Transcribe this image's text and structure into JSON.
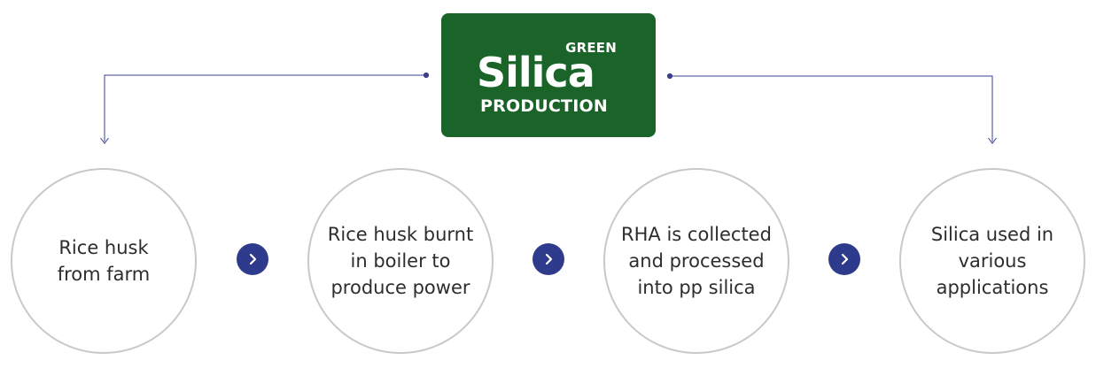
{
  "badge": {
    "top_word": "GREEN",
    "wordmark": "Silica",
    "bottom_word": "PRODUCTION"
  },
  "steps": [
    {
      "label": "Rice husk from farm"
    },
    {
      "label": "Rice husk burnt in boiler to produce power"
    },
    {
      "label": "RHA is collected and processed into pp silica"
    },
    {
      "label": "Silica used in various applications"
    }
  ],
  "colors": {
    "badge_green": "#1a6429",
    "arrow_navy": "#2e3a8c",
    "connector": "#3a3f8f",
    "circle_border": "#c9c9c9"
  },
  "icons": {
    "next": "chevron-right-icon"
  }
}
